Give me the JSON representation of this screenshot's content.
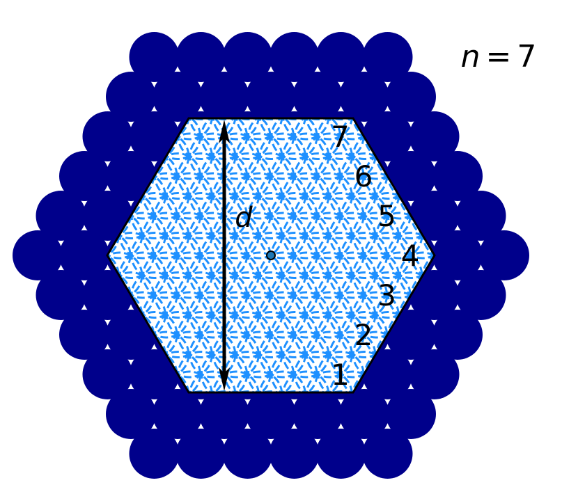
{
  "figure": {
    "n_label": "n = 7",
    "n_symbol": "n",
    "n_value": "7",
    "d_label": "d",
    "row_labels": [
      "1",
      "2",
      "3",
      "4",
      "5",
      "6",
      "7"
    ]
  },
  "colors": {
    "background": "#ffffff",
    "outer_disks": "#00008b",
    "inner_circles": "#1e90ff",
    "center_marker": "#1f77b4",
    "outline": "#000000"
  },
  "structure": {
    "n": 7,
    "inner_circle_style": "dashed",
    "arrow": "double-headed vertical"
  }
}
